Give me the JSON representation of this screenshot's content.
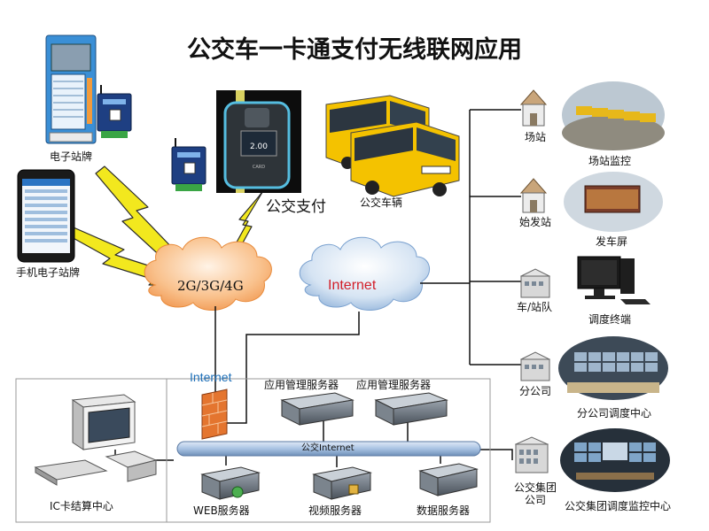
{
  "title": "公交车一卡通支付无线联网应用",
  "labels": {
    "e_stop_sign": "电子站牌",
    "phone_stop_sign": "手机电子站牌",
    "bus_payment": "公交支付",
    "bus_vehicle": "公交车辆",
    "network_2g": "2G/3G/4G",
    "internet_cloud": "Internet",
    "internet_firewall": "Internet",
    "app_server_1": "应用管理服务器",
    "app_server_2": "应用管理服务器",
    "bus_lan": "公交Internet",
    "web_server": "WEB服务器",
    "video_server": "视频服务器",
    "data_server": "数据服务器",
    "ic_center": "IC卡结算中心",
    "station": "场站",
    "station_monitor": "场站监控",
    "origin_station": "始发站",
    "departure_screen": "发车屏",
    "fleet": "车/站队",
    "dispatch_terminal": "调度终端",
    "branch": "分公司",
    "branch_dispatch": "分公司调度中心",
    "group_company": "公交集团\n公司",
    "group_monitor_center": "公交集团调度监控中心"
  },
  "device_screen": {
    "amount": "2.00"
  },
  "colors": {
    "lightning": "#f2e81e",
    "cloud_orange": "#f3a25f",
    "cloud_blue": "#8fb4dc",
    "red_text": "#d21f2a",
    "blue_text": "#1d6fb8",
    "bus_yellow": "#f4c200"
  }
}
